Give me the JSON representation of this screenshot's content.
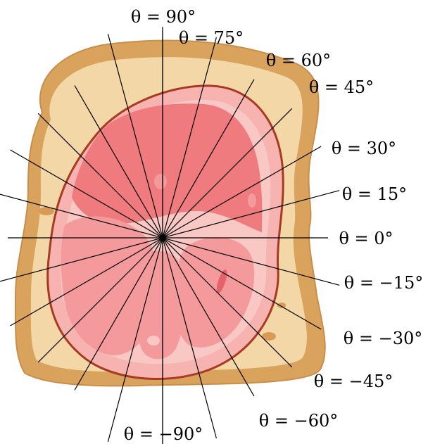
{
  "diagram": {
    "subject": "ham-sandwich-with-angle-rays",
    "angle_unit": "degrees",
    "angles": [
      90,
      75,
      60,
      45,
      30,
      15,
      0,
      -15,
      -30,
      -45,
      -60,
      -75,
      -90
    ],
    "labels": [
      {
        "angle": 90,
        "text": "θ = 90°"
      },
      {
        "angle": 75,
        "text": "θ = 75°"
      },
      {
        "angle": 60,
        "text": "θ = 60°"
      },
      {
        "angle": 45,
        "text": "θ = 45°"
      },
      {
        "angle": 30,
        "text": "θ = 30°"
      },
      {
        "angle": 15,
        "text": "θ = 15°"
      },
      {
        "angle": 0,
        "text": "θ = 0°"
      },
      {
        "angle": -15,
        "text": "θ = −15°"
      },
      {
        "angle": -30,
        "text": "θ = −30°"
      },
      {
        "angle": -45,
        "text": "θ = −45°"
      },
      {
        "angle": -60,
        "text": "θ = −60°"
      },
      {
        "angle": -90,
        "text": "θ = −90°"
      }
    ],
    "colors": {
      "crust": "#d9a35e",
      "crust_edge": "#c98e4a",
      "bread": "#f3d7a6",
      "ham_outline": "#a83a22",
      "ham_rim": "#f6b3b0",
      "ham_fat": "#f9c8c4",
      "ham_meat": "#ef7b7e",
      "ham_meat_light": "#f59a9c",
      "hole": "#d99a55"
    }
  }
}
